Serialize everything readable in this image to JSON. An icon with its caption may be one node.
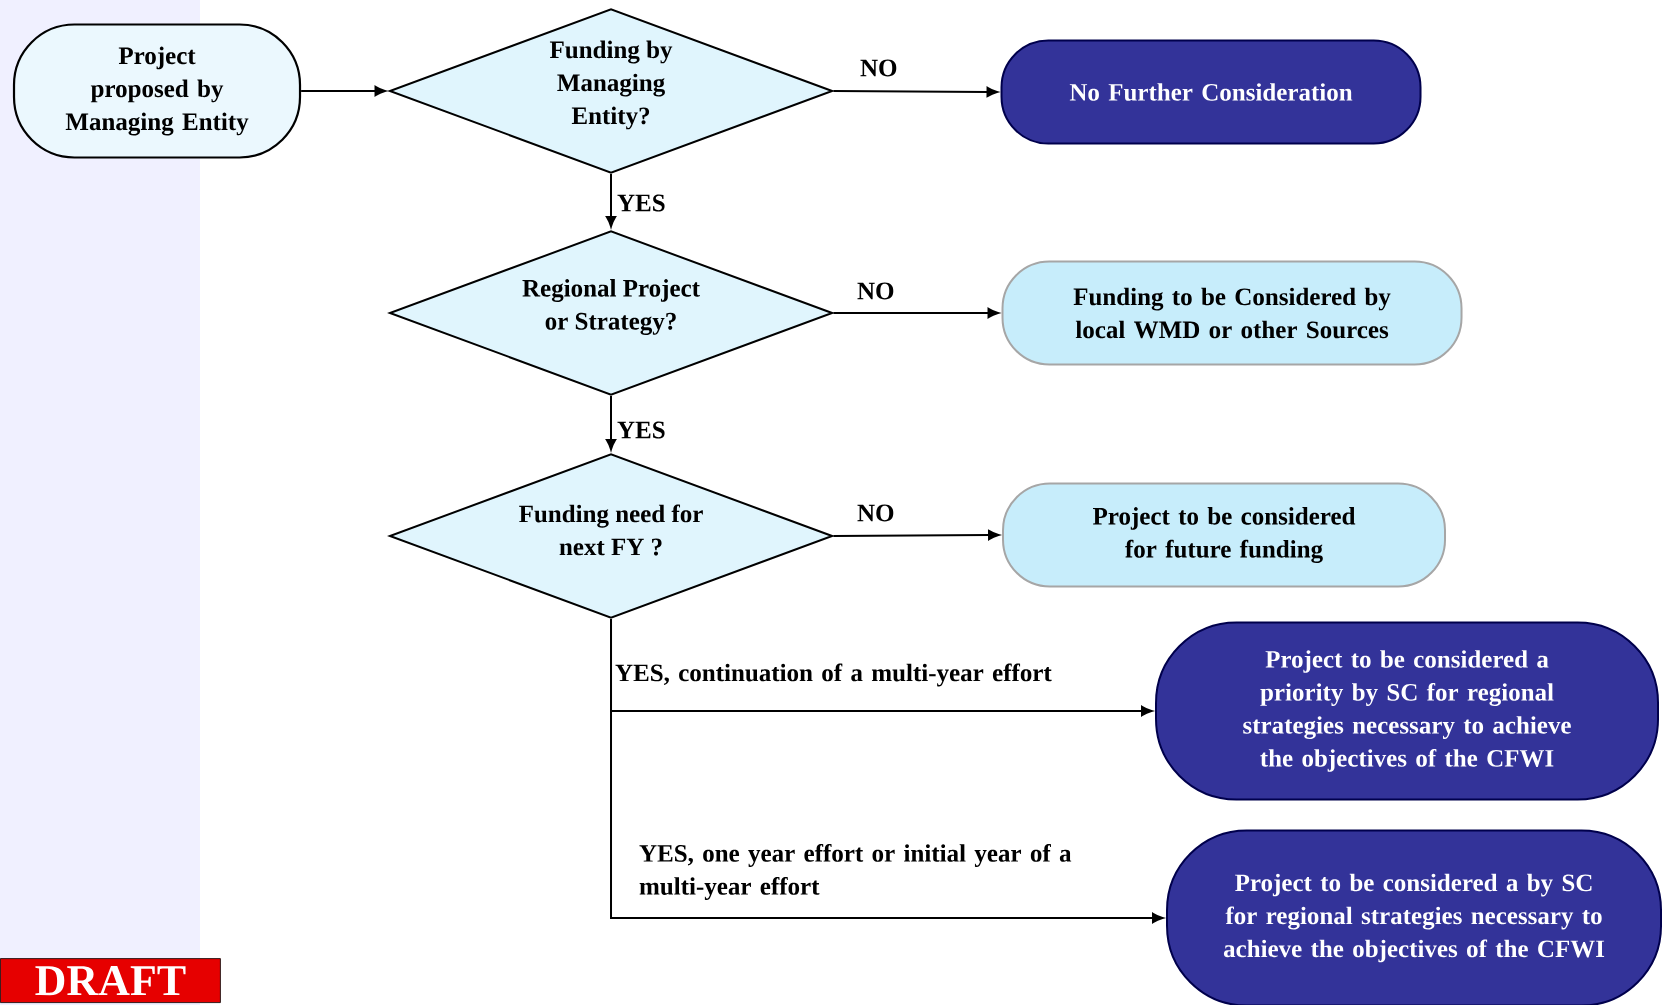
{
  "diagram": {
    "nodes": [
      {
        "text": [
          "Project proposed by Managing Entity"
        ]
      },
      {
        "text": [
          "Funding by Managing Entity?"
        ]
      },
      {
        "text": [
          "No Further Consideration"
        ]
      },
      {
        "text": [
          "Regional Project or Strategy?"
        ]
      },
      {
        "text": [
          "Funding to be Considered by local WMD or other Sources"
        ]
      },
      {
        "text": [
          "Funding need for next FY ?"
        ]
      },
      {
        "text": [
          "Project to be considered for future funding"
        ]
      },
      {
        "text": [
          "Project to be considered a priority by SC for regional strategies necessary to achieve the objectives of the CFWI"
        ]
      },
      {
        "text": [
          "Project to be considered a by SC for regional strategies necessary to achieve the objectives of the CFWI"
        ]
      }
    ],
    "edges": [
      {
        "from": 0,
        "to": 1,
        "arrow": "to"
      },
      {
        "from": 1,
        "to": 2,
        "arrow": "to",
        "label": "NO"
      },
      {
        "from": 1,
        "to": 3,
        "arrow": "to",
        "label": "YES"
      },
      {
        "from": 3,
        "to": 4,
        "arrow": "to",
        "label": "NO"
      },
      {
        "from": 3,
        "to": 5,
        "arrow": "to",
        "label": "YES"
      },
      {
        "from": 5,
        "to": 6,
        "arrow": "to",
        "label": "NO"
      },
      {
        "from": 5,
        "to": 7,
        "arrow": "to",
        "label": "YES, continuation of a multi-year effort"
      },
      {
        "from": 5,
        "to": 8,
        "arrow": "to",
        "label": "YES, one year effort or initial year of a multi-year effort"
      }
    ],
    "labels": [
      "DRAFT"
    ]
  }
}
